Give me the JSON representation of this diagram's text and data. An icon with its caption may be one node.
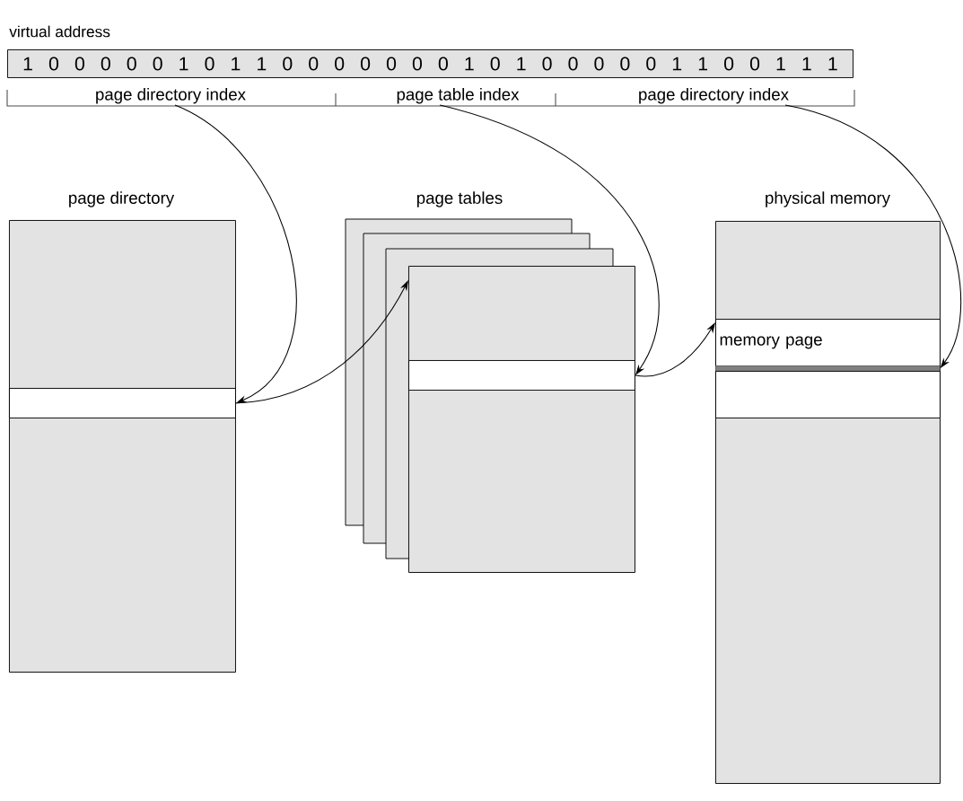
{
  "diagram": {
    "nodes": [
      {
        "text": [
          "virtual address",
          "1 0 0 0 0 0 1 0 1 1 0 0 0 0 0 0 0 1 0 1 0 0 0 0 0 1 1 0 0 1 1 1"
        ]
      },
      {
        "text": [
          "page directory index"
        ]
      },
      {
        "text": [
          "page table index"
        ]
      },
      {
        "text": [
          "page directory index"
        ]
      },
      {
        "text": [
          "page directory"
        ]
      },
      {
        "text": [],
        "shape": "box",
        "in": 4
      },
      {
        "text": [
          "page tables"
        ]
      },
      {
        "text": [],
        "shape": "box",
        "in": 6
      },
      {
        "text": [
          "physical memory"
        ]
      },
      {
        "text": [
          "memory page"
        ],
        "in": 8
      },
      {
        "text": [],
        "shape": "bar",
        "in": 8
      },
      {
        "text": [],
        "shape": "box",
        "in": 8
      }
    ],
    "edges": [
      {
        "from": 1,
        "to": 5,
        "arrow": "to"
      },
      {
        "from": 5,
        "to": 6,
        "arrow": "to"
      },
      {
        "from": 2,
        "to": 7,
        "arrow": "to"
      },
      {
        "from": 7,
        "to": 9,
        "arrow": "to"
      },
      {
        "from": 3,
        "to": 10,
        "arrow": "to"
      }
    ]
  }
}
